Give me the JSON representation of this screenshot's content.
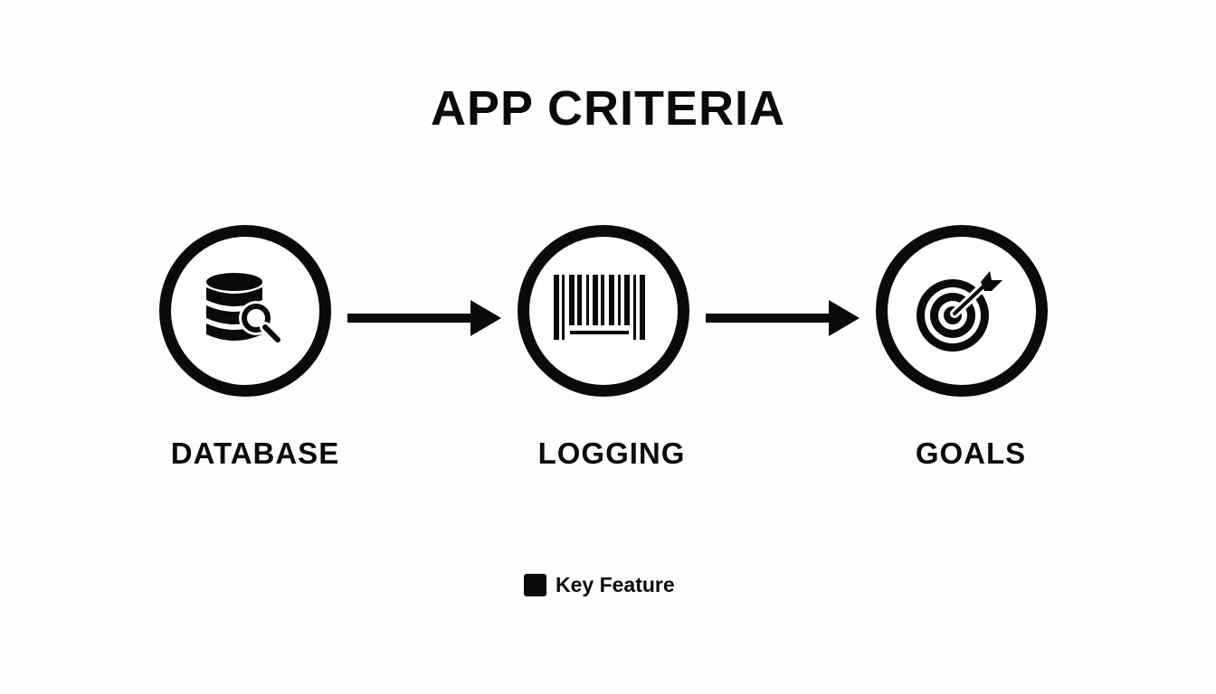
{
  "title": "APP CRITERIA",
  "steps": [
    {
      "label": "DATABASE",
      "icon": "database-search-icon"
    },
    {
      "label": "LOGGING",
      "icon": "barcode-icon"
    },
    {
      "label": "GOALS",
      "icon": "target-icon"
    }
  ],
  "connectors": [
    {
      "from": "DATABASE",
      "to": "LOGGING"
    },
    {
      "from": "LOGGING",
      "to": "GOALS"
    }
  ],
  "legend": {
    "items": [
      {
        "label": "Key Feature",
        "color": "#0a0a0a"
      }
    ]
  },
  "colors": {
    "foreground": "#0a0a0a",
    "background": "#ffffff"
  }
}
